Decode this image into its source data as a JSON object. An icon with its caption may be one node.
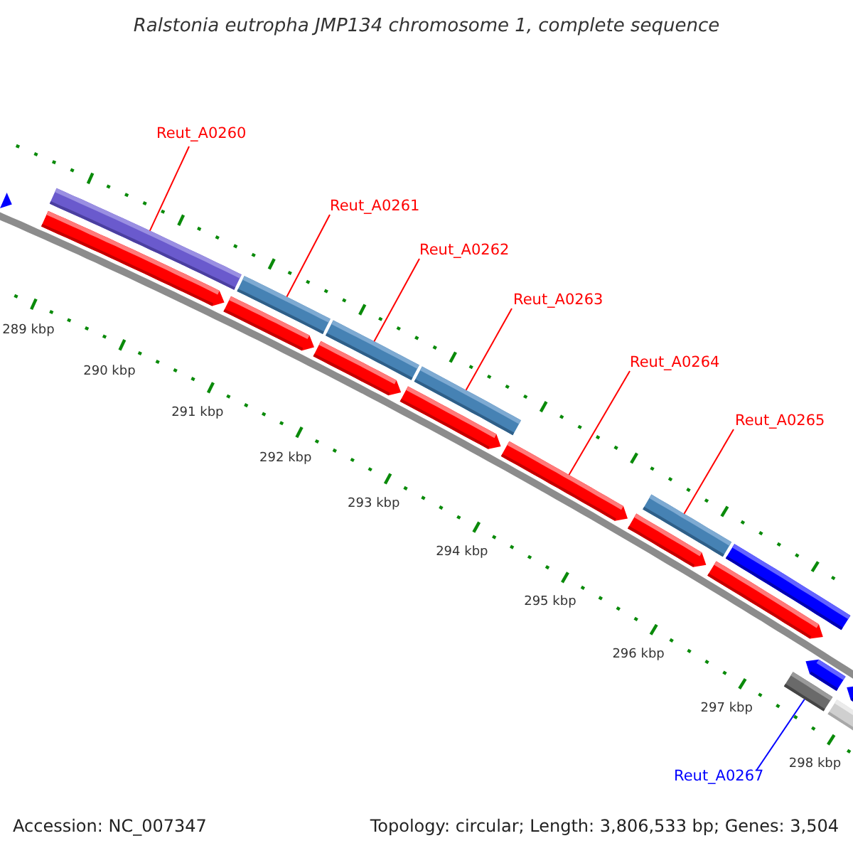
{
  "diagram": {
    "title": "Ralstonia eutropha JMP134 chromosome 1, complete sequence",
    "nodes": [
      {
        "text": [
          "Reut_A0260"
        ]
      },
      {
        "text": [
          "Reut_A0261"
        ]
      },
      {
        "text": [
          "Reut_A0262"
        ]
      },
      {
        "text": [
          "Reut_A0263"
        ]
      },
      {
        "text": [
          "Reut_A0264"
        ]
      },
      {
        "text": [
          "Reut_A0265"
        ]
      },
      {
        "text": [
          "Reut_A0267"
        ]
      },
      {
        "text": [],
        "shape": "bar"
      },
      {
        "text": [],
        "shape": "bar"
      },
      {
        "text": [],
        "shape": "bar"
      },
      {
        "text": [],
        "shape": "bar"
      },
      {
        "text": [],
        "shape": "bar"
      },
      {
        "text": [],
        "shape": "bar"
      },
      {
        "text": [],
        "shape": "bar"
      },
      {
        "text": [],
        "shape": "bar"
      },
      {
        "text": [],
        "shape": "bar"
      },
      {
        "text": [],
        "shape": "bar"
      },
      {
        "text": [],
        "shape": "bar"
      },
      {
        "text": [],
        "shape": "bar"
      },
      {
        "text": [],
        "shape": "bar"
      },
      {
        "text": [],
        "shape": "bar"
      },
      {
        "text": [],
        "shape": "bar"
      },
      {
        "text": [],
        "shape": "bar"
      },
      {
        "text": [],
        "shape": "bar"
      },
      {
        "text": [],
        "shape": "bar"
      }
    ],
    "edges": [
      {
        "from": 0,
        "to": 8,
        "arrow": "none"
      },
      {
        "from": 1,
        "to": 10,
        "arrow": "none"
      },
      {
        "from": 2,
        "to": 12,
        "arrow": "none"
      },
      {
        "from": 3,
        "to": 14,
        "arrow": "none"
      },
      {
        "from": 4,
        "to": 16,
        "arrow": "none"
      },
      {
        "from": 5,
        "to": 18,
        "arrow": "none"
      },
      {
        "from": 6,
        "to": 21,
        "arrow": "none",
        "color": "#0000ff"
      }
    ],
    "labels": [
      "289 kbp",
      "290 kbp",
      "291 kbp",
      "292 kbp",
      "293 kbp",
      "294 kbp",
      "295 kbp",
      "296 kbp",
      "297 kbp",
      "298 kbp",
      "Accession: NC_007347",
      "Topology: circular; Length: 3,806,533 bp; Genes: 3,504"
    ]
  }
}
